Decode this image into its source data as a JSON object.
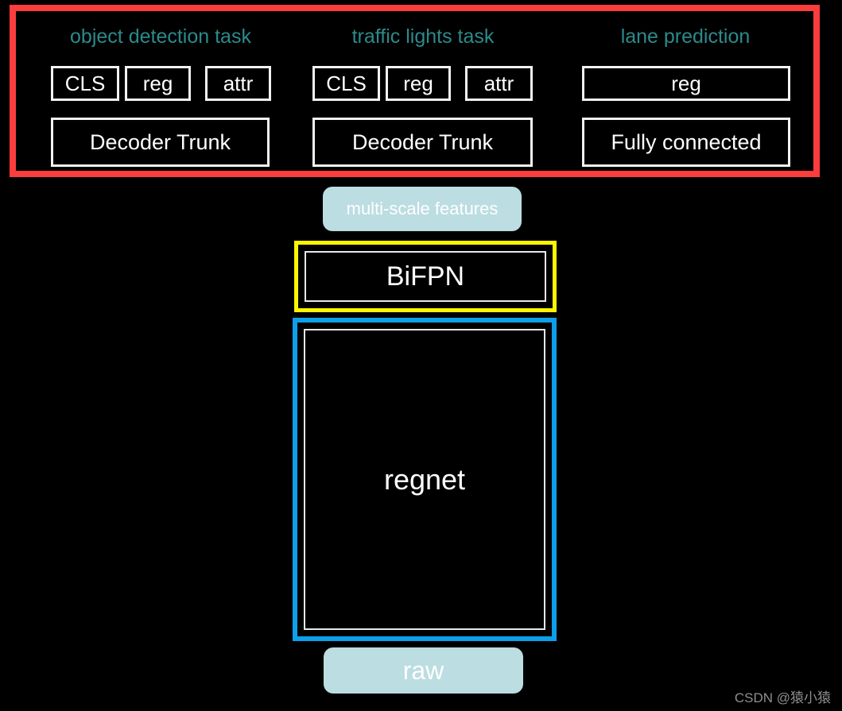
{
  "diagram": {
    "background_color": "#000000",
    "head_group": {
      "border_color": "#fc3d3d",
      "columns": [
        {
          "title": "object detection task",
          "title_color": "#2c8a8c",
          "heads": [
            "CLS",
            "reg",
            "attr"
          ],
          "trunk": "Decoder Trunk"
        },
        {
          "title": "traffic lights task",
          "title_color": "#2c8a8c",
          "heads": [
            "CLS",
            "reg",
            "attr"
          ],
          "trunk": "Decoder Trunk"
        },
        {
          "title": "lane prediction",
          "title_color": "#2c8a8c",
          "heads": [
            "reg"
          ],
          "trunk": "Fully connected"
        }
      ]
    },
    "multi_scale_features": {
      "label": "multi-scale features",
      "fill_color": "#bcdde1",
      "text_color": "#ffffff"
    },
    "neck": {
      "label": "BiFPN",
      "border_color": "#fff500",
      "inner_border_color": "#e8e8e8",
      "text_color": "#ffffff"
    },
    "backbone": {
      "label": "regnet",
      "border_color": "#0c9fea",
      "inner_border_color": "#e8e8e8",
      "text_color": "#ffffff"
    },
    "input": {
      "label": "raw",
      "fill_color": "#bcdde1",
      "text_color": "#ffffff"
    },
    "watermark": "CSDN @猿小猿"
  }
}
